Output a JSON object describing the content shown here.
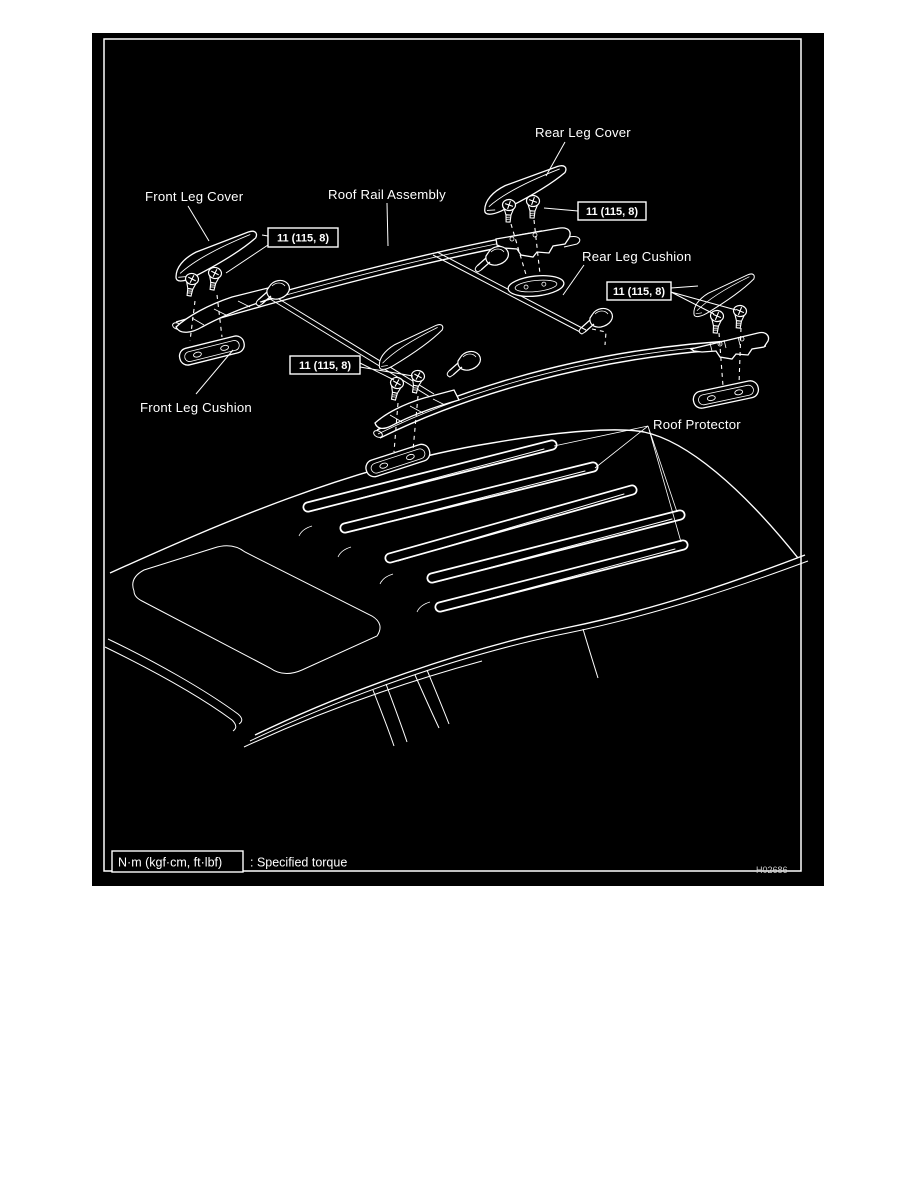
{
  "figure": {
    "code": "H02686",
    "background": "#000000",
    "line_color": "#ffffff"
  },
  "part_labels": {
    "rear_leg_cover": "Rear Leg Cover",
    "front_leg_cover": "Front Leg Cover",
    "roof_rail_assembly": "Roof Rail Assembly",
    "rear_leg_cushion": "Rear Leg Cushion",
    "front_leg_cushion": "Front Leg Cushion",
    "roof_protector": "Roof Protector"
  },
  "torque_callouts": {
    "front_left": "11 (115, 8)",
    "rear_top": "11 (115, 8)",
    "rear_right": "11 (115, 8)",
    "front_center": "11 (115, 8)"
  },
  "legend": {
    "unit_box": "N·m (kgf·cm, ft·lbf)",
    "description": ": Specified torque"
  }
}
